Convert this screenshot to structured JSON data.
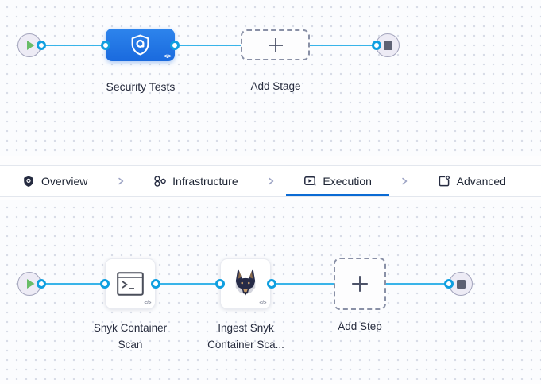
{
  "top_flow": {
    "stage_label": "Security Tests",
    "add_stage_label": "Add Stage",
    "code_badge": "</>"
  },
  "tabs": [
    {
      "label": "Overview",
      "icon": "shield-icon",
      "active": false
    },
    {
      "label": "Infrastructure",
      "icon": "infrastructure-icon",
      "active": false
    },
    {
      "label": "Execution",
      "icon": "execution-icon",
      "active": true
    },
    {
      "label": "Advanced",
      "icon": "advanced-icon",
      "active": false
    }
  ],
  "bottom_flow": {
    "steps": [
      {
        "label": "Snyk Container Scan",
        "icon": "terminal-icon"
      },
      {
        "label": "Ingest Snyk Container Sca...",
        "icon": "snyk-dog-icon"
      }
    ],
    "add_step_label": "Add Step",
    "code_badge": "</>"
  },
  "icons": {
    "start_node": "play-icon",
    "end_node": "stop-icon",
    "add": "plus-icon",
    "separator": "chevron-right-icon"
  },
  "colors": {
    "edge_blue": "#39b4e9",
    "connector_ring": "#0f9fe0",
    "stage_blue": "#1f72e4",
    "active_tab_underline": "#0b6bd4",
    "play_green": "#69bd68",
    "stop_gray": "#5d6173",
    "dot_grid": "#d7dbe6"
  }
}
